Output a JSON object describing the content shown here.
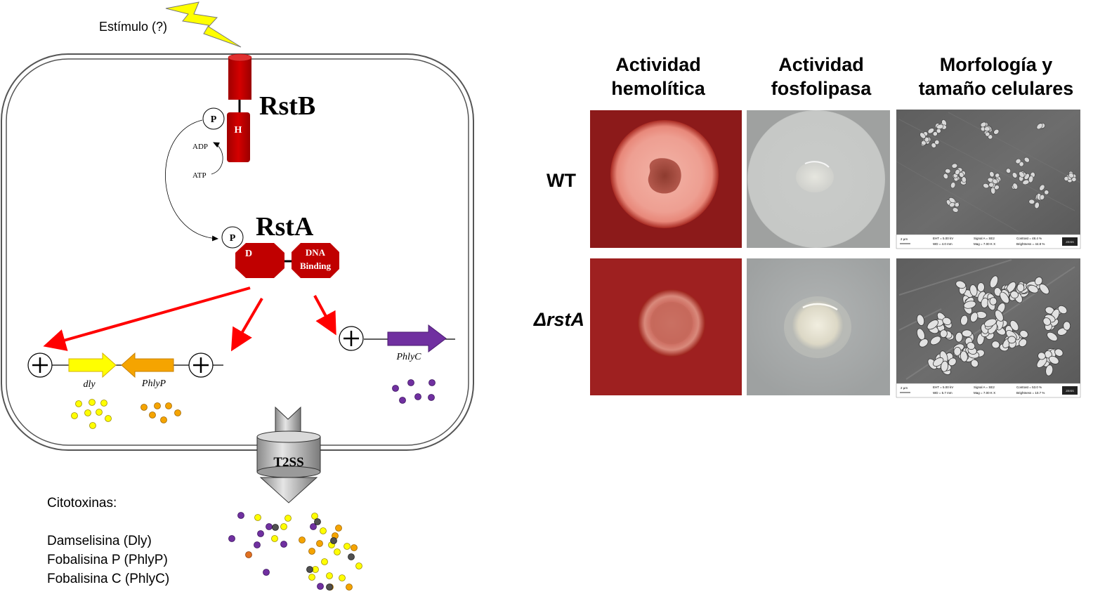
{
  "diagram": {
    "stimulus": "Estímulo (?)",
    "rstB": {
      "name": "RstB",
      "p": "P",
      "h": "H",
      "adp": "ADP",
      "atp": "ATP"
    },
    "rstA": {
      "name": "RstA",
      "p": "P",
      "d": "D",
      "dna1": "DNA",
      "dna2": "Binding"
    },
    "genes": {
      "dly": "dly",
      "phlyP": "PhlyP",
      "phlyC": "PhlyC"
    },
    "secretion": "T2SS",
    "legend": {
      "title": "Citotoxinas:",
      "items": [
        "Damselisina (Dly)",
        "Fobalisina P (PhlyP)",
        "Fobalisina C (PhlyC)"
      ]
    }
  },
  "panel": {
    "columns": [
      [
        "Actividad",
        "hemolítica"
      ],
      [
        "Actividad",
        "fosfolipasa"
      ],
      [
        "Morfología y",
        "tamaño celulares"
      ]
    ],
    "rows": [
      "WT",
      "ΔrstA"
    ],
    "sem_labels": {
      "wt": [
        "2 µm",
        "EHT = 5.00 kV",
        "WD = 4.0 mm",
        "Signal A = SE2",
        "Mag = 7.00 K X",
        "Contrast = 48.4 %",
        "Brightness = 44.8 %",
        "ZEISS"
      ],
      "mut": [
        "2 µm",
        "EHT = 5.00 kV",
        "WD = 5.7 mm",
        "Signal A = SE2",
        "Mag = 7.00 K X",
        "Contrast = 53.0 %",
        "Brightness = 10.7 %",
        "ZEISS"
      ]
    }
  },
  "colors": {
    "rst_red": "#c00000",
    "blood_agar": "#8c1a1a",
    "dly_yellow": "#ffff00",
    "phlyp_orange": "#f5a400",
    "phlyc_purple": "#7030a0",
    "arrow_red": "#ff0000",
    "bolt_yellow": "#ffff00",
    "t2ss_gray": "#a6a6a6"
  }
}
